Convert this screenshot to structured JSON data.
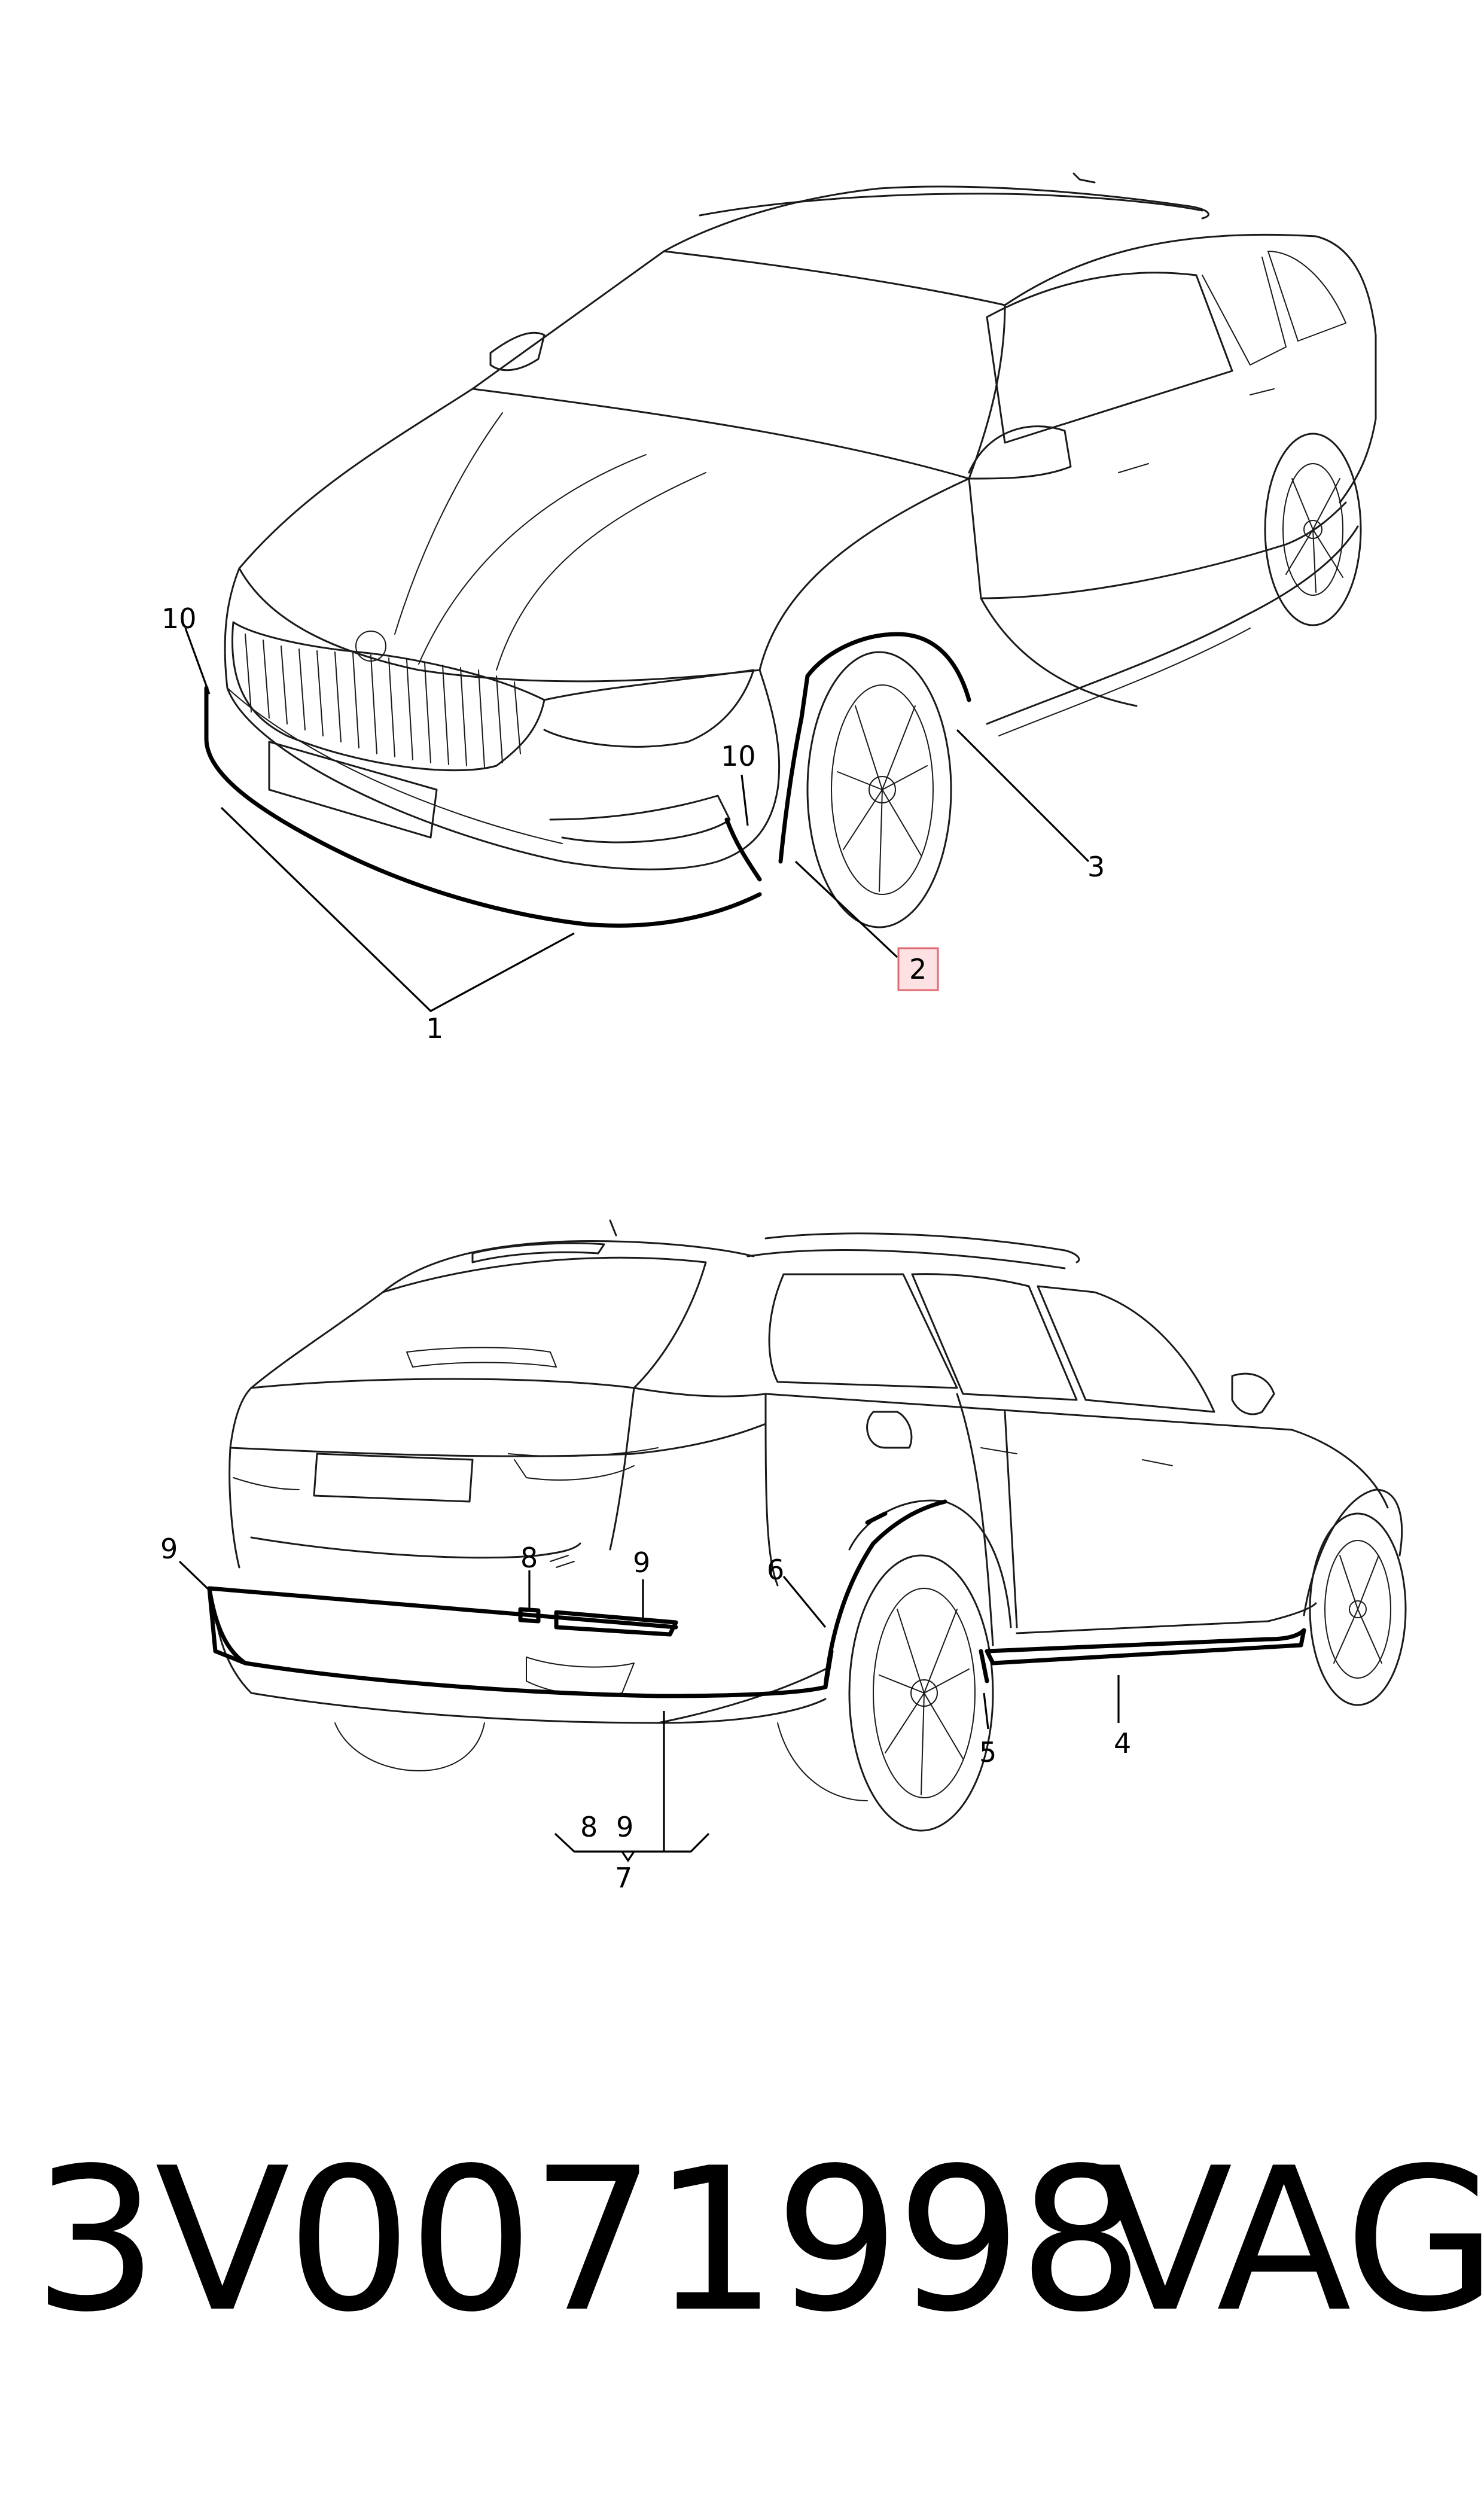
{
  "diagram": {
    "front_view": {
      "callouts": [
        {
          "id": "front-label-10-left",
          "text": "10"
        },
        {
          "id": "front-label-10-right",
          "text": "10"
        },
        {
          "id": "front-label-1",
          "text": "1"
        },
        {
          "id": "front-label-2",
          "text": "2",
          "highlighted": true
        },
        {
          "id": "front-label-3",
          "text": "3"
        }
      ]
    },
    "rear_view": {
      "callouts": [
        {
          "id": "rear-label-9-left",
          "text": "9"
        },
        {
          "id": "rear-label-8",
          "text": "8"
        },
        {
          "id": "rear-label-9-mid",
          "text": "9"
        },
        {
          "id": "rear-label-6",
          "text": "6"
        },
        {
          "id": "rear-label-5",
          "text": "5"
        },
        {
          "id": "rear-label-4",
          "text": "4"
        },
        {
          "id": "rear-label-8-group",
          "text": "8"
        },
        {
          "id": "rear-label-9-group",
          "text": "9"
        },
        {
          "id": "rear-label-7",
          "text": "7"
        }
      ]
    },
    "highlight_color": "#e06a74"
  },
  "footer": {
    "part_number": "3V0071998",
    "brand": "VAG"
  }
}
